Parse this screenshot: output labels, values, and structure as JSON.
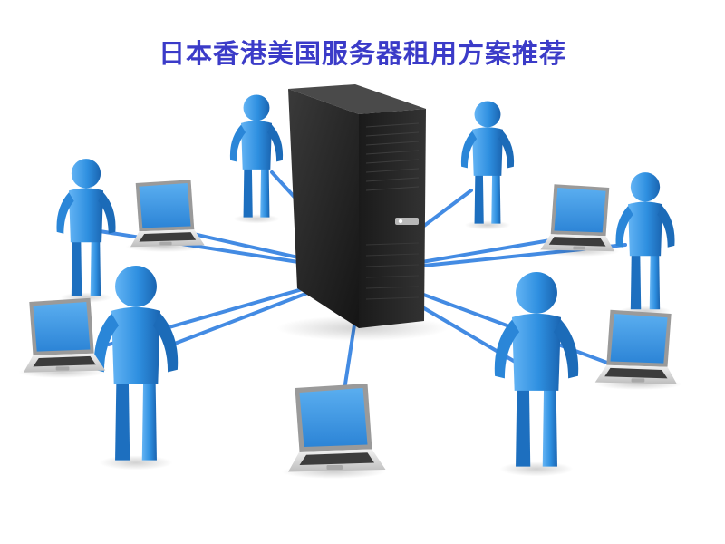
{
  "title": "日本香港美国服务器租用方案推荐",
  "colors": {
    "title": "#3b3bc8",
    "link": "#2f7fe0",
    "person": "#2e8fe0",
    "person_dark": "#1c6bb8",
    "server": "#2a2a2a",
    "laptop_body": "#dcdcdc",
    "laptop_screen": "#3e9be8"
  },
  "icons": {
    "hub": "server-tower-icon",
    "person": "person-icon",
    "laptop": "laptop-icon"
  },
  "nodes": [
    {
      "kind": "person",
      "name": "person-node-top-left"
    },
    {
      "kind": "person",
      "name": "person-node-top-right"
    },
    {
      "kind": "person",
      "name": "person-node-far-left"
    },
    {
      "kind": "person",
      "name": "person-node-far-right"
    },
    {
      "kind": "person",
      "name": "person-node-front-left"
    },
    {
      "kind": "person",
      "name": "person-node-front-right"
    },
    {
      "kind": "laptop",
      "name": "laptop-node-upper-left"
    },
    {
      "kind": "laptop",
      "name": "laptop-node-upper-right"
    },
    {
      "kind": "laptop",
      "name": "laptop-node-left"
    },
    {
      "kind": "laptop",
      "name": "laptop-node-right"
    },
    {
      "kind": "laptop",
      "name": "laptop-node-bottom"
    }
  ]
}
